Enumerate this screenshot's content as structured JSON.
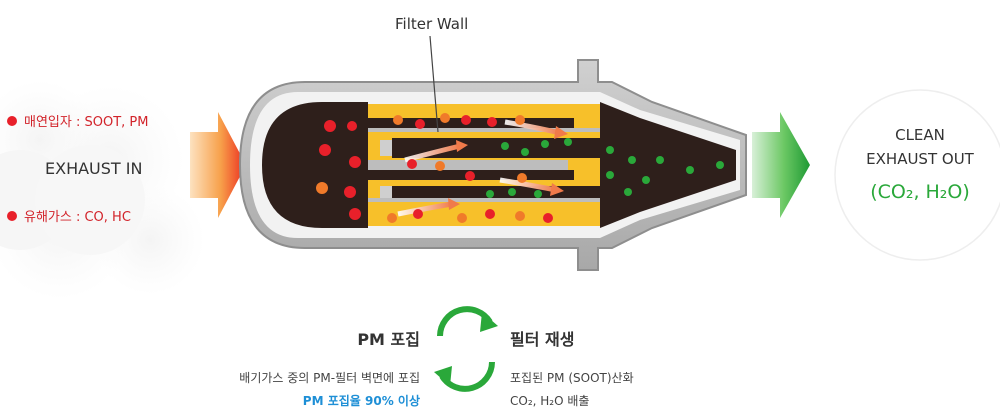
{
  "labels": {
    "filter_wall": "Filter Wall",
    "soot_line": "매연입자 : SOOT, PM",
    "exhaust_in": "EXHAUST IN",
    "gas_line": "유해가스 : CO, HC",
    "clean_line1": "CLEAN",
    "clean_line2": "EXHAUST OUT",
    "clean_formula": "(CO₂, H₂O)"
  },
  "cycle": {
    "left_title": "PM 포집",
    "left_desc": "배기가스 중의 PM-필터 벽면에 포집",
    "left_highlight": "PM 포집율 90% 이상",
    "right_title": "필터 재생",
    "right_desc1": "포집된 PM (SOOT)산화",
    "right_desc2": "CO₂, H₂O 배출"
  },
  "colors": {
    "soot_red": "#e8202a",
    "highlight_blue": "#1e8fd6",
    "clean_green": "#2aa83a",
    "filter_yellow": "#f7c02a",
    "chamber_dark": "#2e1f1b",
    "body_gray": "#b9b9b9"
  },
  "icons": {
    "inlet_arrow": "orange-gradient-arrow-icon",
    "outlet_arrow": "green-gradient-arrow-icon",
    "cycle": "green-circular-arrows-icon"
  }
}
